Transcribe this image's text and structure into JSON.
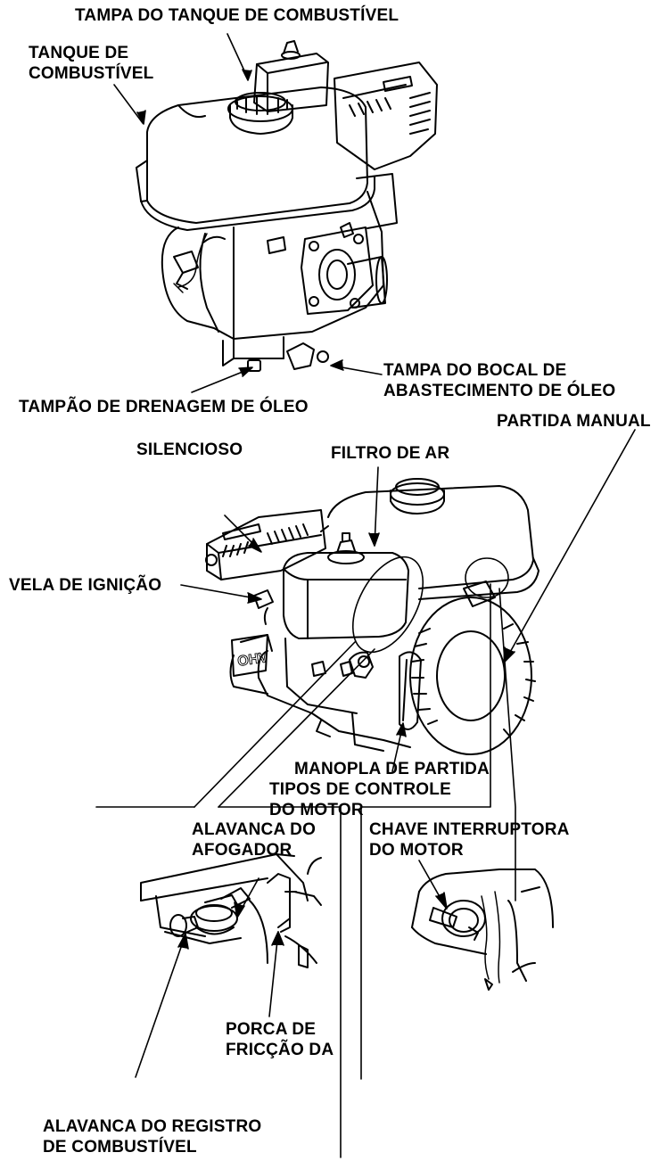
{
  "labels": {
    "fuel_cap": "TAMPA DO TANQUE DE COMBUSTÍVEL",
    "fuel_tank": [
      "TANQUE DE",
      "COMBUSTÍVEL"
    ],
    "oil_filler_cap": [
      "TAMPA DO BOCAL DE",
      "ABASTECIMENTO DE ÓLEO"
    ],
    "oil_drain_plug": "TAMPÃO DE DRENAGEM DE ÓLEO",
    "recoil_starter": "PARTIDA MANUAL",
    "muffler": "SILENCIOSO",
    "air_cleaner": "FILTRO DE AR",
    "spark_plug": "VELA DE IGNIÇÃO",
    "starter_grip": "MANOPLA DE PARTIDA",
    "control_types": [
      "TIPOS DE CONTROLE",
      "DO MOTOR"
    ],
    "choke_lever": [
      "ALAVANCA DO",
      "AFOGADOR"
    ],
    "engine_switch": [
      "CHAVE INTERRUPTORA",
      "DO MOTOR"
    ],
    "friction_nut": [
      "PORCA DE",
      "FRICÇÃO DA"
    ],
    "fuel_valve_lever": [
      "ALAVANCA DO REGISTRO",
      "DE COMBUSTÍVEL"
    ]
  },
  "engine_markings": {
    "ohv": "OHV"
  },
  "colors": {
    "ink": "#000000",
    "paper": "#ffffff"
  }
}
